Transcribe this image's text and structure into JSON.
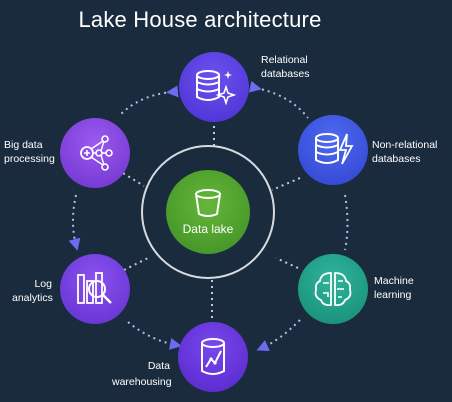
{
  "title": "Lake House architecture",
  "center": {
    "label": "Data lake",
    "icon": "bucket-icon",
    "color": "#4fa12e"
  },
  "nodes": [
    {
      "id": "relational",
      "label_lines": [
        "Relational",
        "databases"
      ],
      "icon": "database-sparkle-icon",
      "color": "#5b3fe0"
    },
    {
      "id": "nonrelational",
      "label_lines": [
        "Non-relational",
        "databases"
      ],
      "icon": "database-lightning-icon",
      "color": "#3c55e0"
    },
    {
      "id": "ml",
      "label_lines": [
        "Machine",
        "learning"
      ],
      "icon": "brain-circuit-icon",
      "color": "#1f9e8a"
    },
    {
      "id": "warehousing",
      "label_lines": [
        "Data",
        "warehousing"
      ],
      "icon": "database-chart-icon",
      "color": "#6a33d8"
    },
    {
      "id": "log",
      "label_lines": [
        "Log",
        "analytics"
      ],
      "icon": "magnifier-chart-icon",
      "color": "#7a38d8"
    },
    {
      "id": "bigdata",
      "label_lines": [
        "Big data",
        "processing"
      ],
      "icon": "network-nodes-icon",
      "color": "#8a3ad8"
    }
  ]
}
